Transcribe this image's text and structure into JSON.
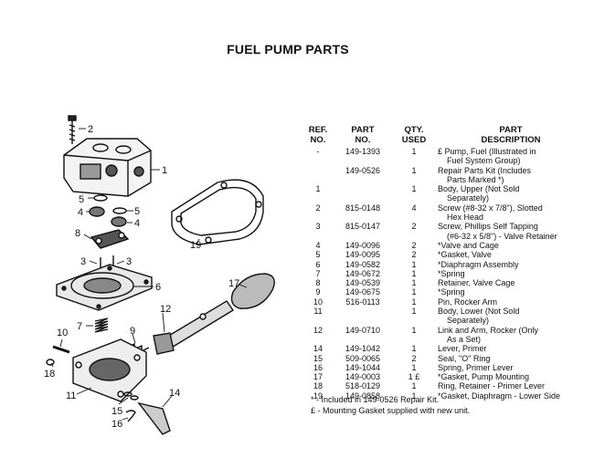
{
  "title": "FUEL PUMP PARTS",
  "headers": {
    "ref_1": "REF.",
    "ref_2": "NO.",
    "part_1": "PART",
    "part_2": "NO.",
    "qty_1": "QTY.",
    "qty_2": "USED",
    "desc_1": "PART",
    "desc_2": "DESCRIPTION"
  },
  "rows": [
    {
      "ref": "-",
      "part": "149-1393",
      "qty": "1",
      "desc": "£ Pump, Fuel (Illustrated in",
      "desc2": "Fuel System Group)"
    },
    {
      "ref": "",
      "part": "149-0526",
      "qty": "1",
      "desc": "Repair Parts Kit (Includes",
      "desc2": "Parts Marked *)"
    },
    {
      "ref": "1",
      "part": "",
      "qty": "1",
      "desc": "Body, Upper (Not Sold",
      "desc2": "Separately)"
    },
    {
      "ref": "2",
      "part": "815-0148",
      "qty": "4",
      "desc": "Screw (#8-32 x 7/8\"), Slotted",
      "desc2": "Hex Head"
    },
    {
      "ref": "3",
      "part": "815-0147",
      "qty": "2",
      "desc": "Screw, Phillips Self Tapping",
      "desc2": "(#6-32 x 5/8\") - Valve Retainer"
    },
    {
      "ref": "4",
      "part": "149-0096",
      "qty": "2",
      "desc": "*Valve and Cage",
      "desc2": ""
    },
    {
      "ref": "5",
      "part": "149-0095",
      "qty": "2",
      "desc": "*Gasket, Valve",
      "desc2": ""
    },
    {
      "ref": "6",
      "part": "149-0582",
      "qty": "1",
      "desc": "*Diaphragm Assembly",
      "desc2": ""
    },
    {
      "ref": "7",
      "part": "149-0672",
      "qty": "1",
      "desc": "*Spring",
      "desc2": ""
    },
    {
      "ref": "8",
      "part": "149-0539",
      "qty": "1",
      "desc": "Retainer, Valve Cage",
      "desc2": ""
    },
    {
      "ref": "9",
      "part": "149-0675",
      "qty": "1",
      "desc": "*Spring",
      "desc2": ""
    },
    {
      "ref": "10",
      "part": "516-0113",
      "qty": "1",
      "desc": "Pin, Rocker Arm",
      "desc2": ""
    },
    {
      "ref": "11",
      "part": "",
      "qty": "1",
      "desc": "Body, Lower (Not Sold",
      "desc2": "Separately)"
    },
    {
      "ref": "12",
      "part": "149-0710",
      "qty": "1",
      "desc": "Link and Arm, Rocker (Only",
      "desc2": "As a Set)"
    },
    {
      "ref": "14",
      "part": "149-1042",
      "qty": "1",
      "desc": "Lever, Primer",
      "desc2": ""
    },
    {
      "ref": "15",
      "part": "509-0065",
      "qty": "2",
      "desc": "Seal, \"O\" Ring",
      "desc2": ""
    },
    {
      "ref": "16",
      "part": "149-1044",
      "qty": "1",
      "desc": "Spring, Primer Lever",
      "desc2": ""
    },
    {
      "ref": "17",
      "part": "149-0003",
      "qty": "1 £",
      "desc": "*Gasket, Pump Mounting",
      "desc2": ""
    },
    {
      "ref": "18",
      "part": "518-0129",
      "qty": "1",
      "desc": "Ring, Retainer - Primer Lever",
      "desc2": ""
    },
    {
      "ref": "19",
      "part": "149-0858",
      "qty": "1",
      "desc": "*Gasket, Diaphragm - Lower Side",
      "desc2": ""
    }
  ],
  "notes": [
    "* - Included in 149-0526 Repair Kit.",
    "£ - Mounting Gasket supplied with new unit."
  ],
  "callouts": [
    "1",
    "2",
    "3",
    "3",
    "4",
    "4",
    "5",
    "5",
    "6",
    "7",
    "8",
    "9",
    "10",
    "11",
    "12",
    "14",
    "15",
    "16",
    "17",
    "18",
    "19"
  ]
}
